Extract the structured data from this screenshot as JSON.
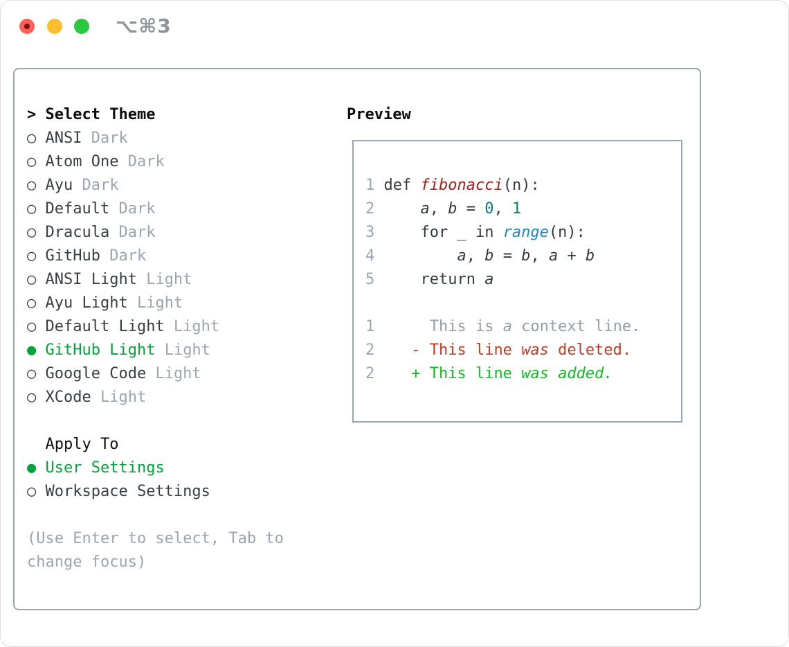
{
  "titlebar": {
    "shortcut_label": "⌥⌘3",
    "buttons": [
      {
        "icon": "close-traffic-light-icon"
      },
      {
        "icon": "minimize-traffic-light-icon"
      },
      {
        "icon": "zoom-traffic-light-icon"
      }
    ]
  },
  "theme_selector": {
    "prompt": ">",
    "title": "Select Theme",
    "themes": [
      {
        "name": "ANSI",
        "variant": "Dark",
        "selected": false
      },
      {
        "name": "Atom One",
        "variant": "Dark",
        "selected": false
      },
      {
        "name": "Ayu",
        "variant": "Dark",
        "selected": false
      },
      {
        "name": "Default",
        "variant": "Dark",
        "selected": false
      },
      {
        "name": "Dracula",
        "variant": "Dark",
        "selected": false
      },
      {
        "name": "GitHub",
        "variant": "Dark",
        "selected": false
      },
      {
        "name": "ANSI Light",
        "variant": "Light",
        "selected": false
      },
      {
        "name": "Ayu Light",
        "variant": "Light",
        "selected": false
      },
      {
        "name": "Default Light",
        "variant": "Light",
        "selected": false
      },
      {
        "name": "GitHub Light",
        "variant": "Light",
        "selected": true
      },
      {
        "name": "Google Code",
        "variant": "Light",
        "selected": false
      },
      {
        "name": "XCode",
        "variant": "Light",
        "selected": false
      }
    ],
    "apply_to": {
      "title": "Apply To",
      "options": [
        {
          "name": "User Settings",
          "selected": true
        },
        {
          "name": "Workspace Settings",
          "selected": false
        }
      ]
    },
    "hint": "(Use Enter to select, Tab to change focus)",
    "markers": {
      "unselected": "○",
      "selected": "●"
    }
  },
  "preview": {
    "title": "Preview",
    "lines": [
      [
        {
          "t": "1",
          "c": "ln"
        },
        {
          "t": " def ",
          "c": "pl"
        },
        {
          "t": "fibonacci",
          "c": "fn"
        },
        {
          "t": "(n):",
          "c": "pl"
        }
      ],
      [
        {
          "t": "2",
          "c": "ln"
        },
        {
          "t": "     ",
          "c": "pl"
        },
        {
          "t": "a",
          "c": "id"
        },
        {
          "t": ", ",
          "c": "pl"
        },
        {
          "t": "b",
          "c": "id"
        },
        {
          "t": " = ",
          "c": "pl"
        },
        {
          "t": "0",
          "c": "nu"
        },
        {
          "t": ", ",
          "c": "pl"
        },
        {
          "t": "1",
          "c": "nu"
        }
      ],
      [
        {
          "t": "3",
          "c": "ln"
        },
        {
          "t": "     for _ in ",
          "c": "pl"
        },
        {
          "t": "range",
          "c": "bi"
        },
        {
          "t": "(n):",
          "c": "pl"
        }
      ],
      [
        {
          "t": "4",
          "c": "ln"
        },
        {
          "t": "         ",
          "c": "pl"
        },
        {
          "t": "a",
          "c": "id"
        },
        {
          "t": ", ",
          "c": "pl"
        },
        {
          "t": "b",
          "c": "id"
        },
        {
          "t": " = ",
          "c": "pl"
        },
        {
          "t": "b",
          "c": "id"
        },
        {
          "t": ", ",
          "c": "pl"
        },
        {
          "t": "a",
          "c": "id"
        },
        {
          "t": " + ",
          "c": "pl"
        },
        {
          "t": "b",
          "c": "id"
        }
      ],
      [
        {
          "t": "5",
          "c": "ln"
        },
        {
          "t": "     return ",
          "c": "pl"
        },
        {
          "t": "a",
          "c": "id"
        }
      ],
      [],
      [
        {
          "t": "1",
          "c": "ln"
        },
        {
          "t": "      This is ",
          "c": "ctx"
        },
        {
          "t": "a",
          "c": "ctxi"
        },
        {
          "t": " context line.",
          "c": "ctx"
        }
      ],
      [
        {
          "t": "2",
          "c": "ln"
        },
        {
          "t": "    ",
          "c": "pl"
        },
        {
          "t": "- This line ",
          "c": "del"
        },
        {
          "t": "was",
          "c": "deli"
        },
        {
          "t": " deleted.",
          "c": "del"
        }
      ],
      [
        {
          "t": "2",
          "c": "ln"
        },
        {
          "t": "    ",
          "c": "pl"
        },
        {
          "t": "+ This line ",
          "c": "add"
        },
        {
          "t": "was",
          "c": "addi"
        },
        {
          "t": " ",
          "c": "add"
        },
        {
          "t": "added.",
          "c": "addi"
        }
      ]
    ]
  },
  "colors": {
    "selection_green": "#00a43a",
    "added_green": "#0bbf1e",
    "deleted_red": "#c23b22",
    "function_red": "#a6201c",
    "builtin_blue": "#1a88c9",
    "number_teal": "#0e7b77",
    "muted_gray": "#9aa5b1",
    "border_gray": "#9aa4b0",
    "traffic_red": "#ff5f57",
    "traffic_yellow": "#febc2e",
    "traffic_green": "#28c840"
  }
}
